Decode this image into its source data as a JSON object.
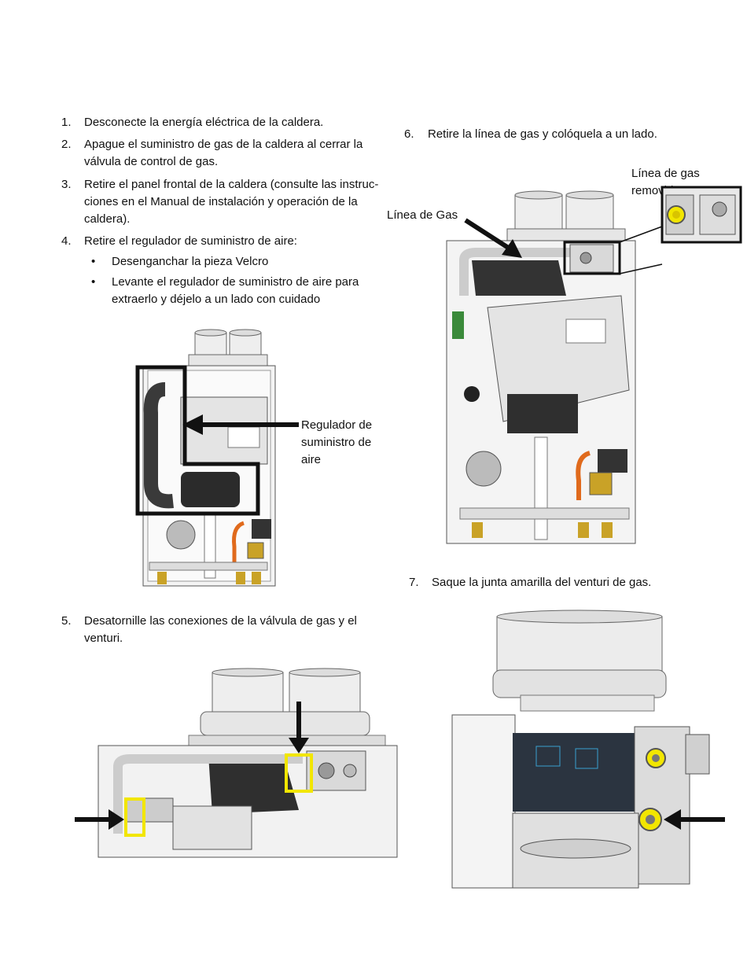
{
  "steps_left": [
    {
      "num": "1.",
      "text": "Desconecte la energía eléctrica de la caldera."
    },
    {
      "num": "2.",
      "lines": [
        "Apague el suministro de gas de la caldera al cerrar la",
        "válvula de control de gas."
      ]
    },
    {
      "num": "3.",
      "lines": [
        "Retire el panel frontal de la caldera (consulte las instruc-",
        "ciones en el Manual de instalación y operación de la",
        "caldera)."
      ]
    },
    {
      "num": "4.",
      "text": "Retire el regulador de suministro de aire:"
    }
  ],
  "bullets": [
    {
      "lines": [
        "Desenganchar la pieza Velcro"
      ]
    },
    {
      "lines": [
        "Levante el regulador de suministro de aire para",
        "extraerlo y déjelo a un lado con cuidado"
      ]
    }
  ],
  "bullet_symbol": "•",
  "callout_regulator": [
    "Regulador de",
    "suministro de",
    "aire"
  ],
  "step5": {
    "num": "5.",
    "lines": [
      "Desatornille las conexiones de la válvula de gas y el",
      "venturi."
    ]
  },
  "step6": {
    "num": "6.",
    "text": "Retire la línea de gas y colóquela a un lado."
  },
  "callout_gas_line": "Línea de Gas",
  "callout_gas_removed": "Línea de gas removida",
  "step7": {
    "num": "7.",
    "text": "Saque la junta amarilla del venturi de gas."
  },
  "colors": {
    "highlight_yellow": "#f2e600",
    "pipe_orange": "#e06a1c",
    "outline_black": "#111111"
  }
}
